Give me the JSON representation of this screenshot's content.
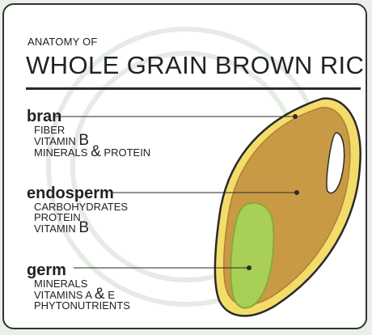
{
  "diagram": {
    "subtitle": "ANATOMY OF",
    "title": "WHOLE GRAIN BROWN RICE",
    "parts": [
      {
        "name": "bran",
        "nutrients": [
          "FIBER",
          "VITAMIN",
          "B",
          "MINERALS",
          "&",
          "PROTEIN"
        ]
      },
      {
        "name": "endosperm",
        "nutrients": [
          "CARBOHYDRATES",
          "PROTEIN",
          "VITAMIN",
          "B"
        ]
      },
      {
        "name": "germ",
        "nutrients": [
          "MINERALS",
          "VITAMINS A",
          "&",
          "E",
          "PHYTONUTRIENTS"
        ]
      }
    ],
    "colors": {
      "bran": "#f3dc6a",
      "endosperm": "#c99a45",
      "germ": "#a8cf56",
      "outline": "#2a2a2a"
    }
  }
}
